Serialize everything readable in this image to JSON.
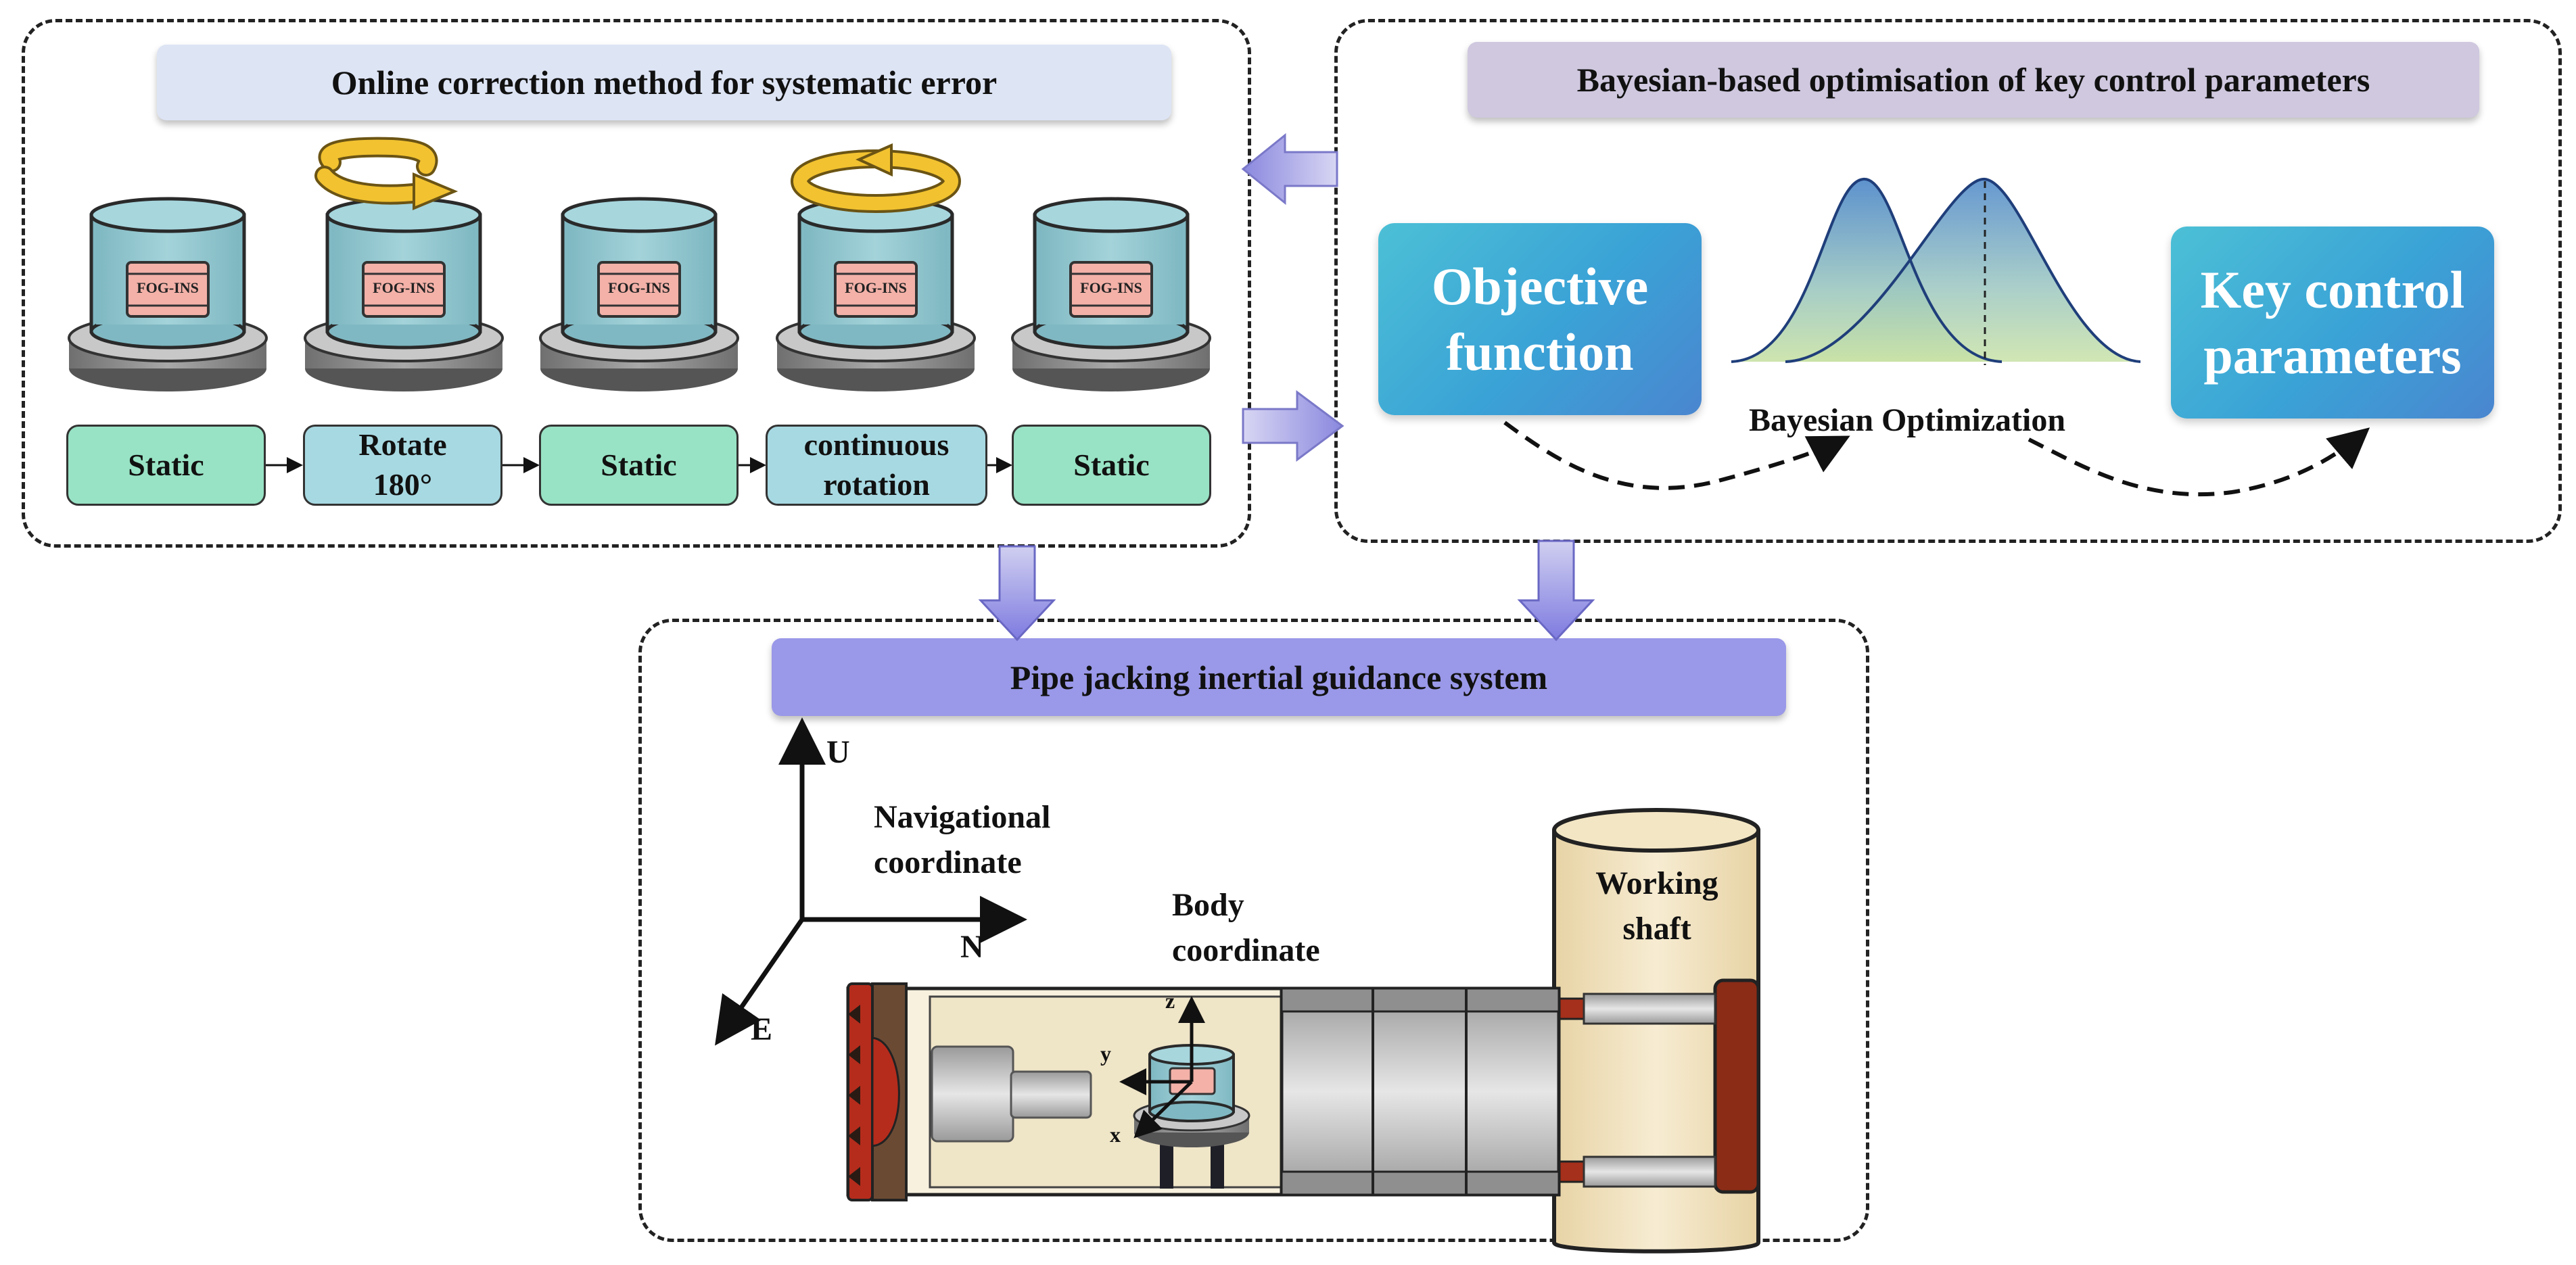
{
  "panels": {
    "correction": {
      "title": "Online correction method for systematic error",
      "steps": [
        {
          "label": "Static",
          "kind": "static"
        },
        {
          "label": "Rotate\n180°",
          "kind": "rotate"
        },
        {
          "label": "Static",
          "kind": "static"
        },
        {
          "label": "continuous\nrotation",
          "kind": "rotate"
        },
        {
          "label": "Static",
          "kind": "static"
        }
      ],
      "device_label": "FOG-INS"
    },
    "bayesian": {
      "title": "Bayesian-based optimisation of key control parameters",
      "objective_box": "Objective\nfunction",
      "key_box": "Key control\nparameters",
      "curve_label": "Bayesian Optimization"
    },
    "guidance": {
      "title": "Pipe jacking inertial guidance system",
      "nav_label": "Navigational\ncoordinate",
      "body_label": "Body\ncoordinate",
      "shaft_label": "Working\nshaft",
      "axes": {
        "u": "U",
        "n": "N",
        "e": "E"
      },
      "body_axes": {
        "z": "z",
        "y": "y",
        "x": "x"
      }
    }
  },
  "colors": {
    "correction_banner": "#dde4f4",
    "bayesian_banner": "#cfc8df",
    "guidance_banner": "#9a98e8",
    "step_static": "#98e3c5",
    "step_rotate": "#a7d9e2",
    "cylinder": "#8ec6cf",
    "fog_chip": "#f3b1a8",
    "rotation_arrow": "#f2c230",
    "flow_arrow": "#a6a4e2",
    "shaft": "#f1e2bd",
    "cutter": "#b52c1c",
    "jack_plate": "#8b2c16"
  }
}
